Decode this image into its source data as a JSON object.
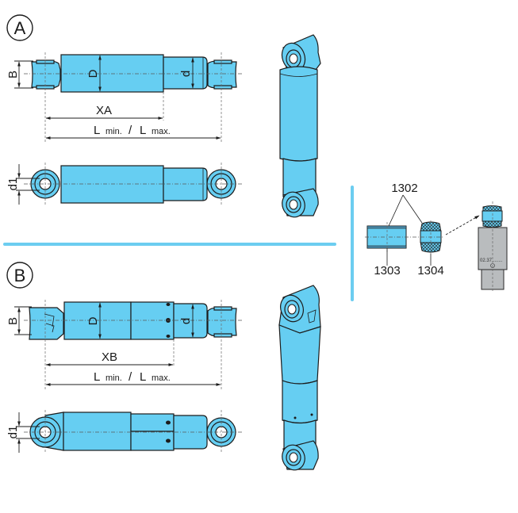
{
  "variants": [
    {
      "id": "A",
      "badge": "A",
      "dimensions": {
        "width_label": "B",
        "body_diameter_label": "D",
        "rod_diameter_label": "d",
        "eye_bore_label": "d1",
        "x_length_label": "XA",
        "length_label_main": "L",
        "length_label_min": "min.",
        "length_separator": "/",
        "length_label_main2": "L",
        "length_label_max": "max."
      }
    },
    {
      "id": "B",
      "badge": "B",
      "dimensions": {
        "width_label": "B",
        "body_diameter_label": "D",
        "rod_diameter_label": "d",
        "eye_bore_label": "d1",
        "x_length_label": "XB",
        "length_label_main": "L",
        "length_label_min": "min.",
        "length_separator": "/",
        "length_label_main2": "L",
        "length_label_max": "max."
      }
    }
  ],
  "bushing_detail": {
    "kit_label": "1302",
    "sleeve_label": "1303",
    "bushing_label": "1304",
    "housing_marking": "02.37........"
  },
  "colors": {
    "part_fill": "#66cef2",
    "outline": "#1c1c1c",
    "divider": "#6ccdf0",
    "housing_gray": "#b9bcbe"
  }
}
